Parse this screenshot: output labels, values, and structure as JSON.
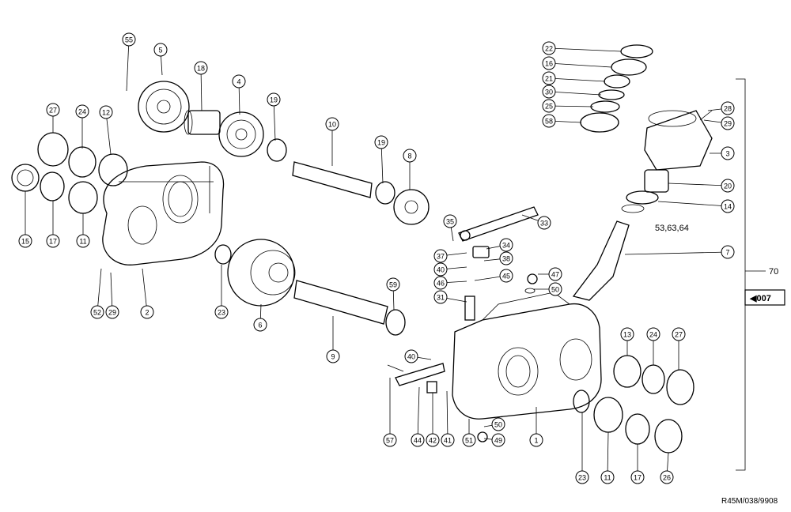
{
  "callouts": [
    "55",
    "5",
    "18",
    "4",
    "19",
    "10",
    "19",
    "8",
    "27",
    "24",
    "12",
    "15",
    "17",
    "11",
    "2",
    "52",
    "29",
    "23",
    "6",
    "9",
    "59",
    "35",
    "37",
    "40",
    "46",
    "31",
    "34",
    "38",
    "45",
    "33",
    "47",
    "50",
    "22",
    "16",
    "21",
    "30",
    "25",
    "58",
    "28",
    "29",
    "3",
    "20",
    "14",
    "7",
    "13",
    "24",
    "27",
    "40",
    "44",
    "42",
    "41",
    "57",
    "51",
    "50",
    "49",
    "1",
    "23",
    "11",
    "17",
    "26"
  ],
  "labels": {
    "part_53": "53,63,64",
    "ref_70": "70",
    "ref_007": "◀007",
    "drawing_code": "R45M/038/9908"
  }
}
